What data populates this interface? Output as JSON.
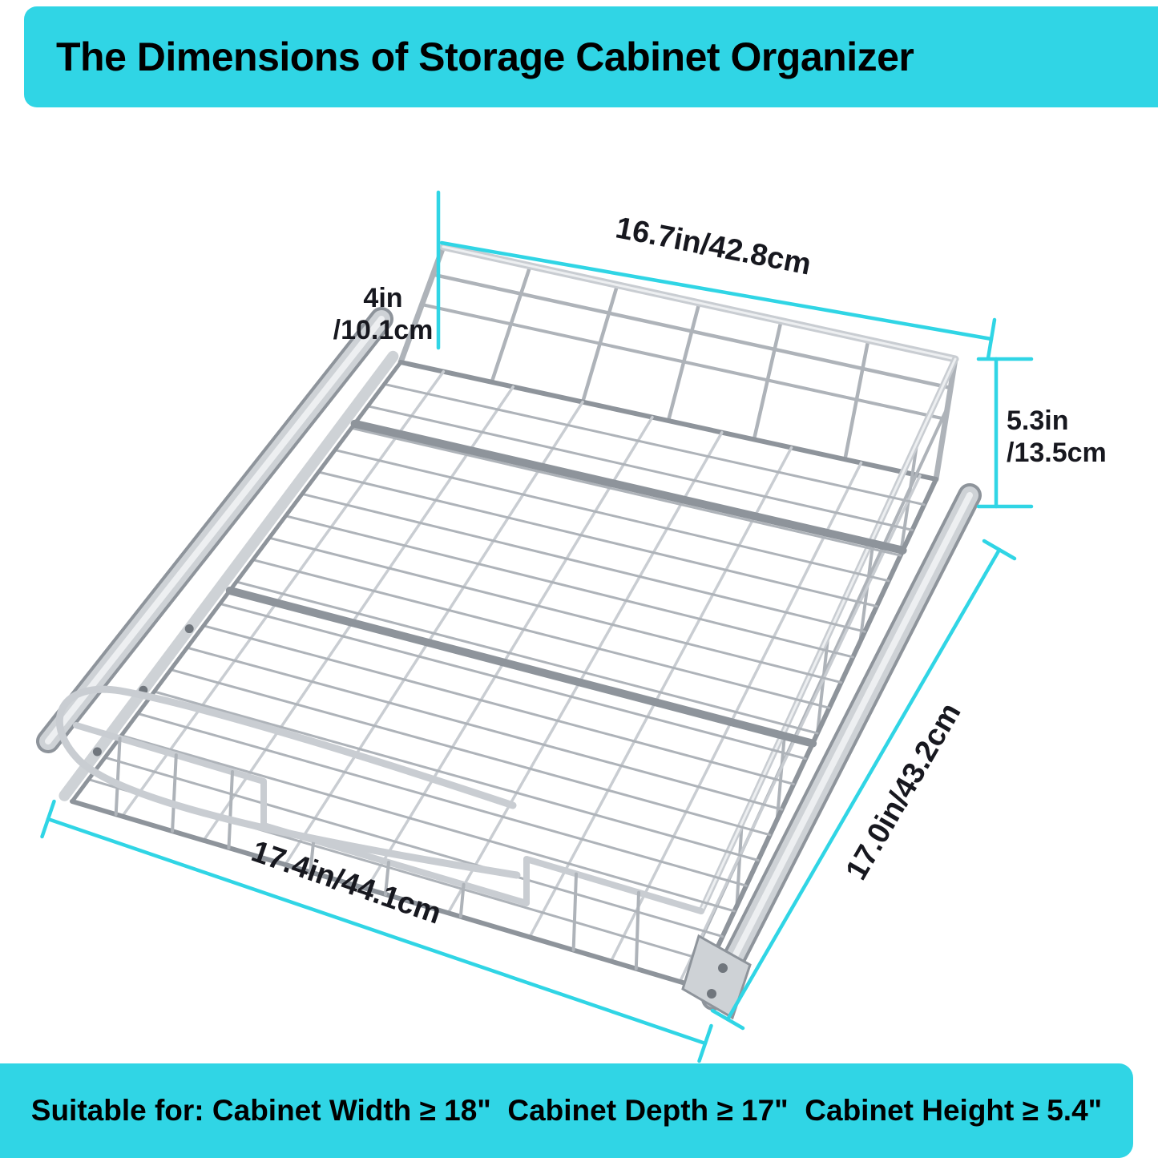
{
  "page": {
    "accent": "#30d5e5",
    "ink": "#17181f",
    "background": "#ffffff"
  },
  "header": {
    "title": "The Dimensions of Storage Cabinet Organizer"
  },
  "dimensions": {
    "top_width": "16.7in/42.8cm",
    "rail_extension": {
      "line1": "4in",
      "line2": "/10.1cm"
    },
    "side_height": {
      "line1": "5.3in",
      "line2": "/13.5cm"
    },
    "depth": "17.0in/43.2cm",
    "bottom_width": "17.4in/44.1cm"
  },
  "footer": {
    "text": "Suitable for: Cabinet Width ≥ 18\"  Cabinet Depth ≥ 17\"  Cabinet Height ≥ 5.4\""
  },
  "figure": {
    "label": "chrome-wire-pull-out-basket",
    "stroke_light": "#c9cdd2",
    "stroke_mid": "#aeb3b9",
    "stroke_dark": "#8e949b",
    "highlight": "#edeff1",
    "rail_fill": "#ced2d6",
    "screw": "#70767d"
  }
}
